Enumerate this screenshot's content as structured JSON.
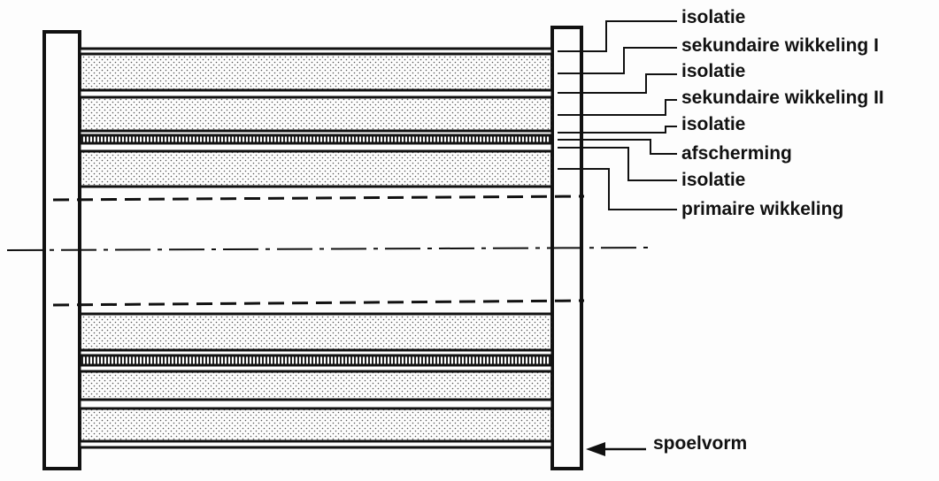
{
  "labels": {
    "isolatie_1": "isolatie",
    "sekundaire_1": "sekundaire wikkeling I",
    "isolatie_2": "isolatie",
    "sekundaire_2": "sekundaire wikkeling II",
    "isolatie_3": "isolatie",
    "afscherming": "afscherming",
    "isolatie_4": "isolatie",
    "primaire": "primaire wikkeling",
    "spoelvorm": "spoelvorm"
  },
  "colors": {
    "ink": "#111111",
    "paper": "#fdfdfd",
    "stipple": "#555555"
  }
}
